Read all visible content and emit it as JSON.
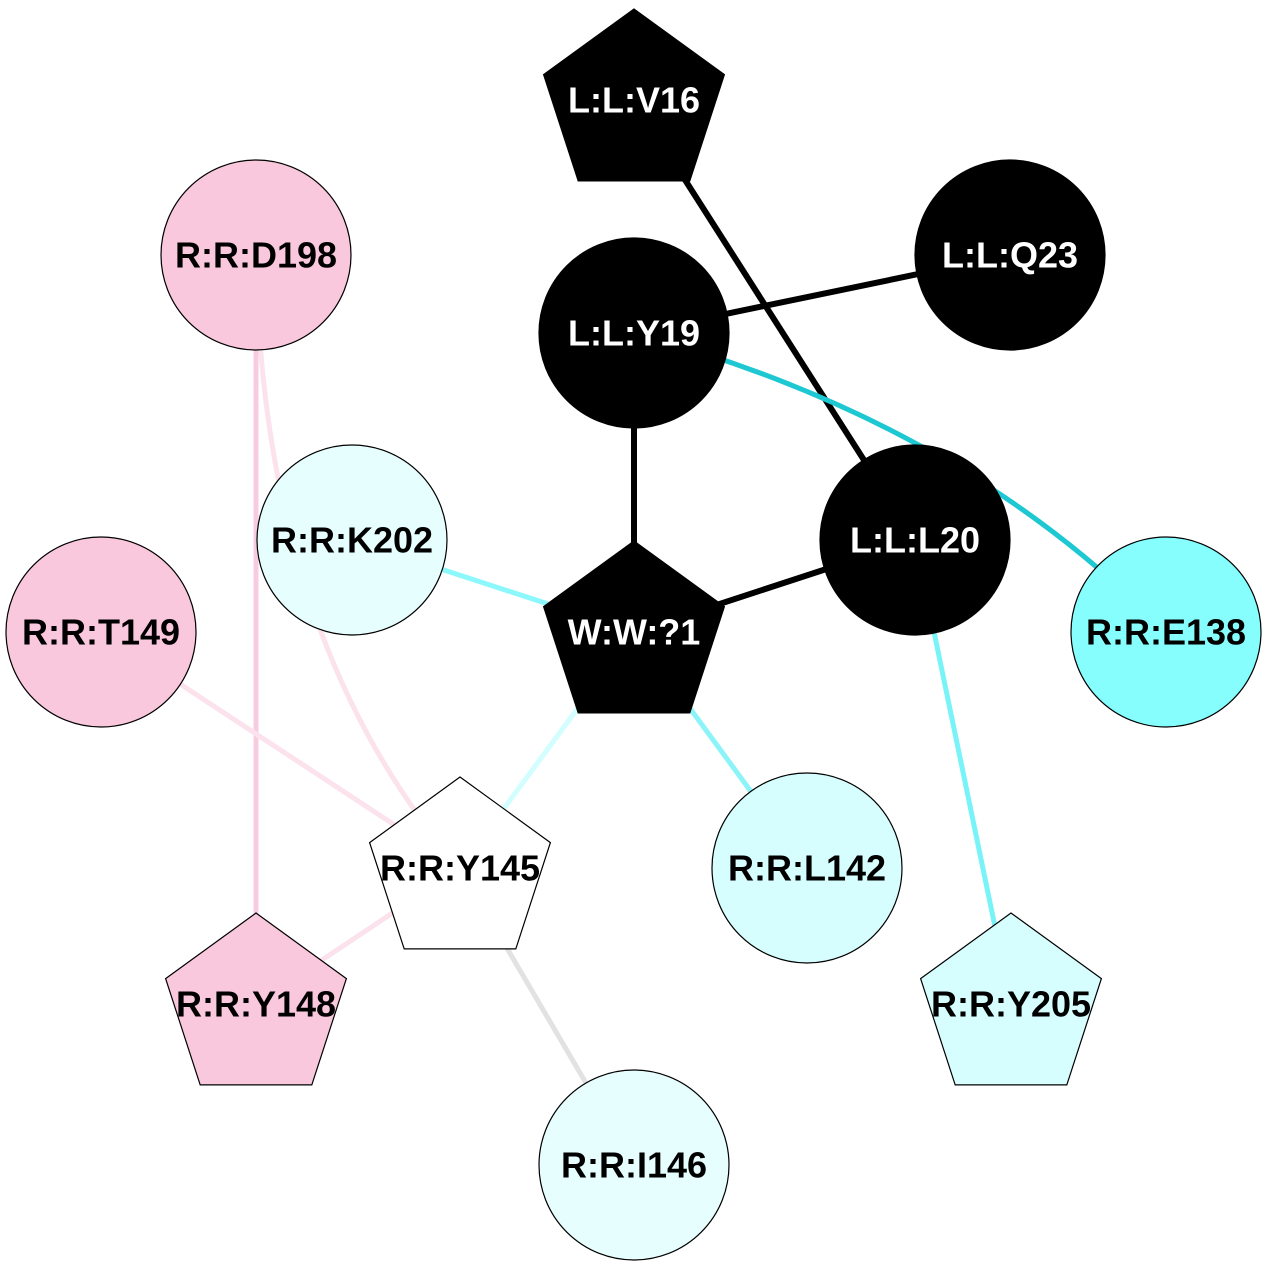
{
  "nodes": [
    {
      "id": "LV16",
      "label": "L:L:V16",
      "shape": "pentagon",
      "fill": "#000000",
      "text_color": "#ffffff"
    },
    {
      "id": "LQ23",
      "label": "L:L:Q23",
      "shape": "circle",
      "fill": "#000000",
      "text_color": "#ffffff"
    },
    {
      "id": "LY19",
      "label": "L:L:Y19",
      "shape": "circle",
      "fill": "#000000",
      "text_color": "#ffffff"
    },
    {
      "id": "RD198",
      "label": "R:R:D198",
      "shape": "circle",
      "fill": "#f9c8dc",
      "text_color": "#000000"
    },
    {
      "id": "RK202",
      "label": "R:R:K202",
      "shape": "circle",
      "fill": "#e6fefe",
      "text_color": "#000000"
    },
    {
      "id": "LL20",
      "label": "L:L:L20",
      "shape": "circle",
      "fill": "#000000",
      "text_color": "#ffffff"
    },
    {
      "id": "WW1",
      "label": "W:W:?1",
      "shape": "pentagon",
      "fill": "#000000",
      "text_color": "#ffffff"
    },
    {
      "id": "RT149",
      "label": "R:R:T149",
      "shape": "circle",
      "fill": "#f9c8dc",
      "text_color": "#000000"
    },
    {
      "id": "RE138",
      "label": "R:R:E138",
      "shape": "circle",
      "fill": "#87fefe",
      "text_color": "#000000"
    },
    {
      "id": "RY145",
      "label": "R:R:Y145",
      "shape": "pentagon",
      "fill": "#ffffff",
      "text_color": "#000000"
    },
    {
      "id": "RL142",
      "label": "R:R:L142",
      "shape": "circle",
      "fill": "#d6fefe",
      "text_color": "#000000"
    },
    {
      "id": "RY148",
      "label": "R:R:Y148",
      "shape": "pentagon",
      "fill": "#f9c8dc",
      "text_color": "#000000"
    },
    {
      "id": "RY205",
      "label": "R:R:Y205",
      "shape": "pentagon",
      "fill": "#d6fefe",
      "text_color": "#000000"
    },
    {
      "id": "RI146",
      "label": "R:R:I146",
      "shape": "circle",
      "fill": "#e6fefe",
      "text_color": "#000000"
    }
  ],
  "edges": [
    {
      "source": "LV16",
      "target": "LL20",
      "color": "#000000"
    },
    {
      "source": "LY19",
      "target": "LQ23",
      "color": "#000000"
    },
    {
      "source": "LY19",
      "target": "WW1",
      "color": "#000000"
    },
    {
      "source": "LY19",
      "target": "RE138",
      "color": "#1ec8d2"
    },
    {
      "source": "LL20",
      "target": "WW1",
      "color": "#000000"
    },
    {
      "source": "LL20",
      "target": "RY205",
      "color": "#78f4f8"
    },
    {
      "source": "RK202",
      "target": "WW1",
      "color": "#8cf8fc"
    },
    {
      "source": "WW1",
      "target": "RL142",
      "color": "#8cf4f8"
    },
    {
      "source": "WW1",
      "target": "RY145",
      "color": "#d2feff"
    },
    {
      "source": "RD198",
      "target": "RY148",
      "color": "#f8cce0"
    },
    {
      "source": "RD198",
      "target": "RY145",
      "color": "#fbe2ec"
    },
    {
      "source": "RT149",
      "target": "RY145",
      "color": "#fbe2ec"
    },
    {
      "source": "RY145",
      "target": "RY148",
      "color": "#fbe2ec"
    },
    {
      "source": "RY145",
      "target": "RI146",
      "color": "#e2e2e2"
    }
  ]
}
